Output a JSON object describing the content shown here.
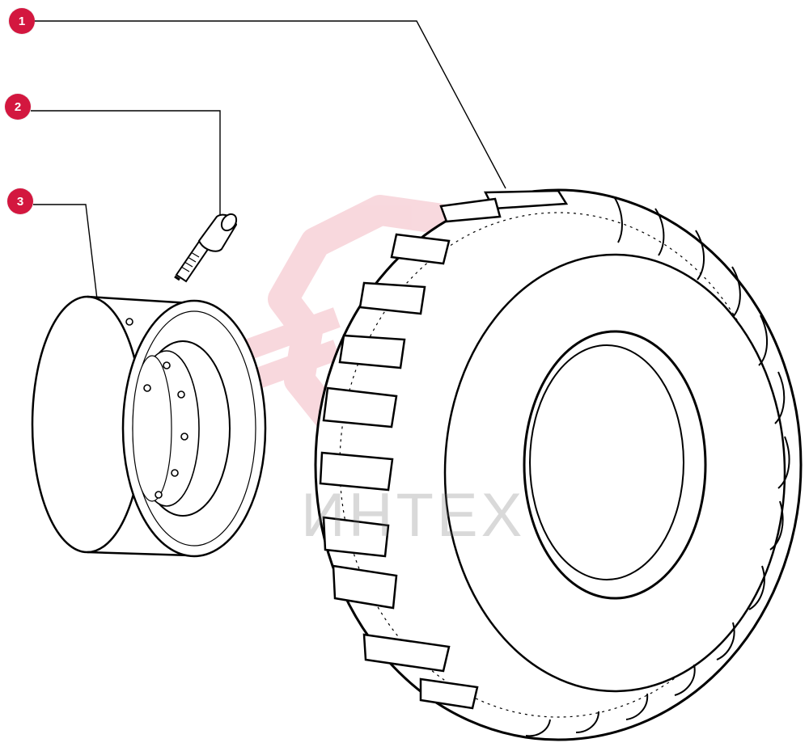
{
  "callouts": [
    {
      "label": "1"
    },
    {
      "label": "2"
    },
    {
      "label": "3"
    }
  ],
  "watermark": {
    "text": "ИНТЕХ"
  },
  "colors": {
    "callout": "#d3173f",
    "line": "#000000",
    "watermark_logo": "#f3b9c2"
  }
}
